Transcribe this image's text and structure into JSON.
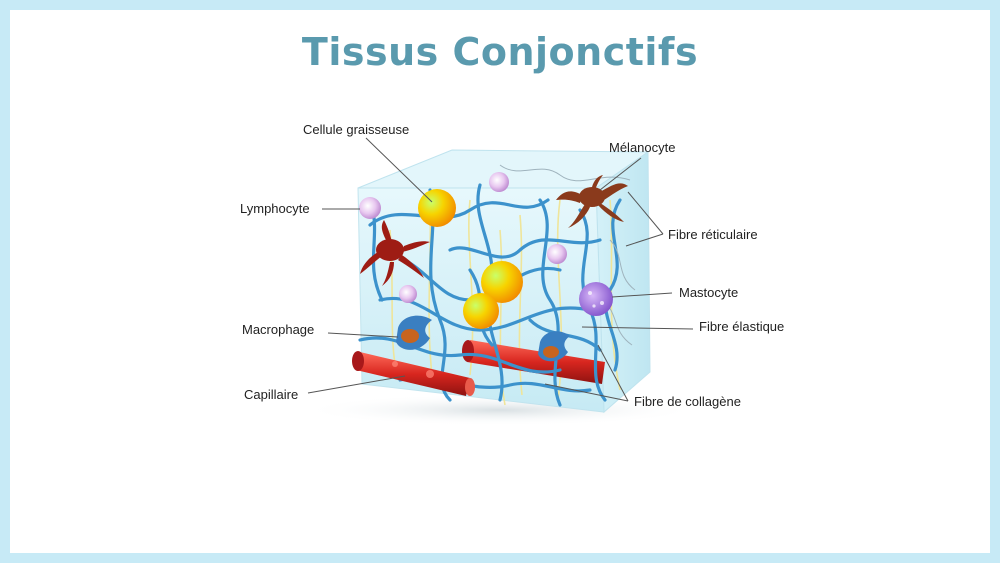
{
  "title": "Tissus Conjonctifs",
  "labels": {
    "cellule_graisseuse": "Cellule graisseuse",
    "melanocyte": "Mélanocyte",
    "lymphocyte": "Lymphocyte",
    "fibre_reticulaire": "Fibre réticulaire",
    "mastocyte": "Mastocyte",
    "macrophage": "Macrophage",
    "fibre_elastique": "Fibre élastique",
    "capillaire": "Capillaire",
    "fibre_collagene": "Fibre de collagène"
  },
  "colors": {
    "title": "#5a9aae",
    "frame": "#c7eaf6",
    "collagen_fiber": "#3a8fc9",
    "elastic_fiber": "#f0e6a0",
    "capillary": "#c8201f",
    "fat_cell": "#f5c400",
    "melanocyte": "#8a3a1c"
  }
}
